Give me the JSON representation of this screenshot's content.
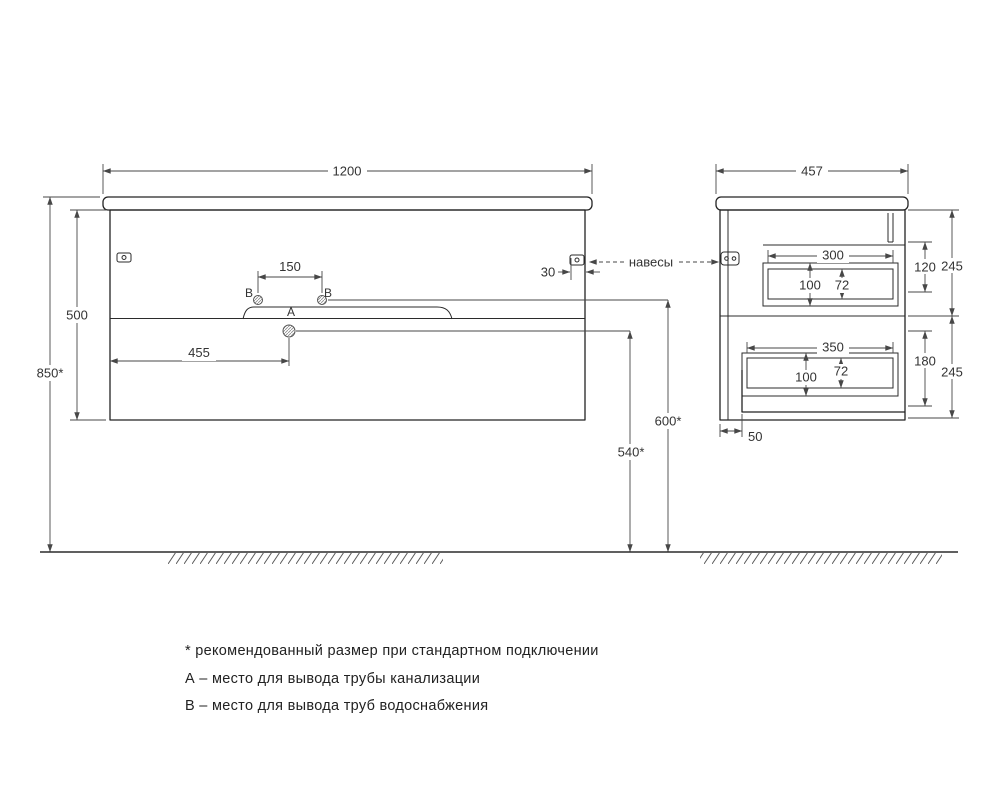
{
  "drawing": {
    "front": {
      "width": "1200",
      "overall_height": "850*",
      "cabinet_height": "500",
      "b_spacing": "150",
      "hinge_offset": "30",
      "a_offset": "455",
      "water_outlet_height": "600*",
      "drain_outlet_height": "540*",
      "point_a": "A",
      "point_b": "B"
    },
    "side": {
      "depth": "457",
      "top_drawer_width": "300",
      "top_drawer_offset": "120",
      "top_section_height": "245",
      "top_drawer_depth": "100",
      "top_drawer_inner": "72",
      "bottom_drawer_width": "350",
      "bottom_drawer_offset": "180",
      "bottom_section_height": "245",
      "bottom_drawer_depth": "100",
      "bottom_drawer_inner": "72",
      "back_clearance": "50"
    },
    "callout_hangers": "навесы",
    "notes": [
      "* рекомендованный размер при стандартном подключении",
      "А – место для вывода трубы канализации",
      "В – место для вывода труб водоснабжения"
    ]
  }
}
